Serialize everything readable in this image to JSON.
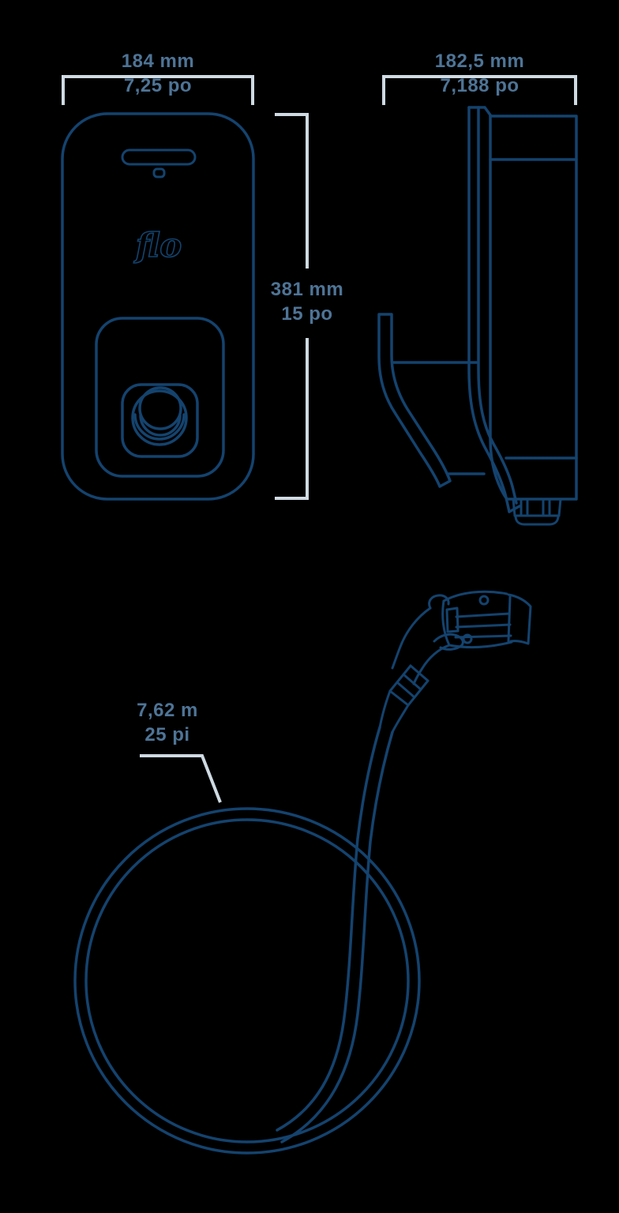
{
  "brand": "flo",
  "labels": {
    "front_width": {
      "metric": "184 mm",
      "imperial": "7,25 po"
    },
    "side_depth": {
      "metric": "182,5 mm",
      "imperial": "7,188 po"
    },
    "height": {
      "metric": "381 mm",
      "imperial": "15 po"
    },
    "cable_length": {
      "metric": "7,62 m",
      "imperial": "25 pi"
    }
  },
  "colors": {
    "background": "#000000",
    "outline": "#14436e",
    "label": "#4e7496",
    "dimension": "#cfdae2"
  }
}
